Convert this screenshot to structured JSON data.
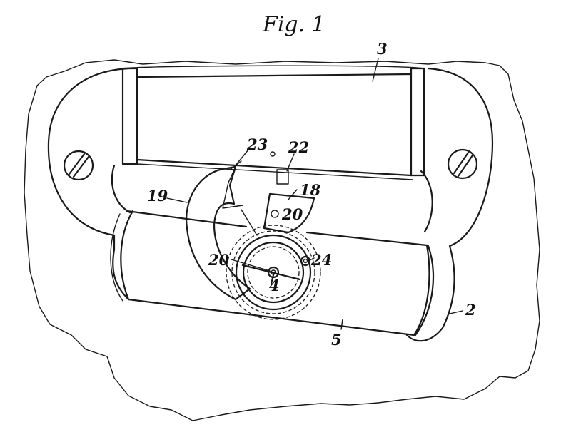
{
  "figure": {
    "title": "Fig. 1",
    "labels": {
      "ref_3": "3",
      "ref_23": "23",
      "ref_22": "22",
      "ref_19": "19",
      "ref_18": "18",
      "ref_20_upper": "20",
      "ref_20_lower": "20",
      "ref_24": "24",
      "ref_4": "4",
      "ref_2": "2",
      "ref_5": "5"
    }
  },
  "colors": {
    "ink": "#1a1a1a",
    "paper": "#ffffff"
  }
}
